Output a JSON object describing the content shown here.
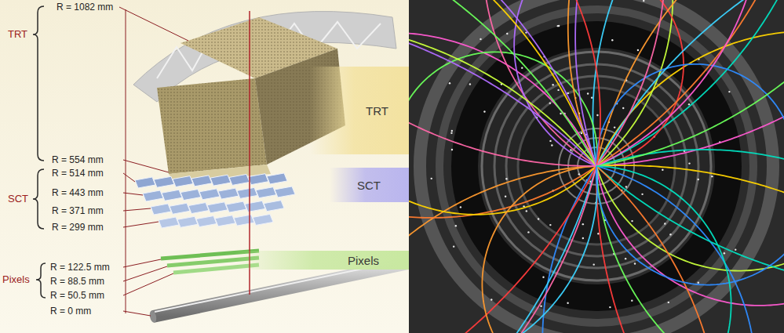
{
  "diagram": {
    "nodes": [
      {
        "text": [
          "TRT"
        ]
      },
      {
        "text": [
          "SCT"
        ]
      },
      {
        "text": [
          "Pixels"
        ]
      }
    ],
    "labels": [
      "R = 1082 mm",
      "TRT",
      "R = 554 mm",
      "R = 514 mm",
      "SCT",
      "R = 443 mm",
      "R = 371 mm",
      "R = 299 mm",
      "Pixels",
      "R = 122.5 mm",
      "R = 88.5 mm",
      "R = 50.5 mm",
      "R = 0 mm"
    ]
  }
}
